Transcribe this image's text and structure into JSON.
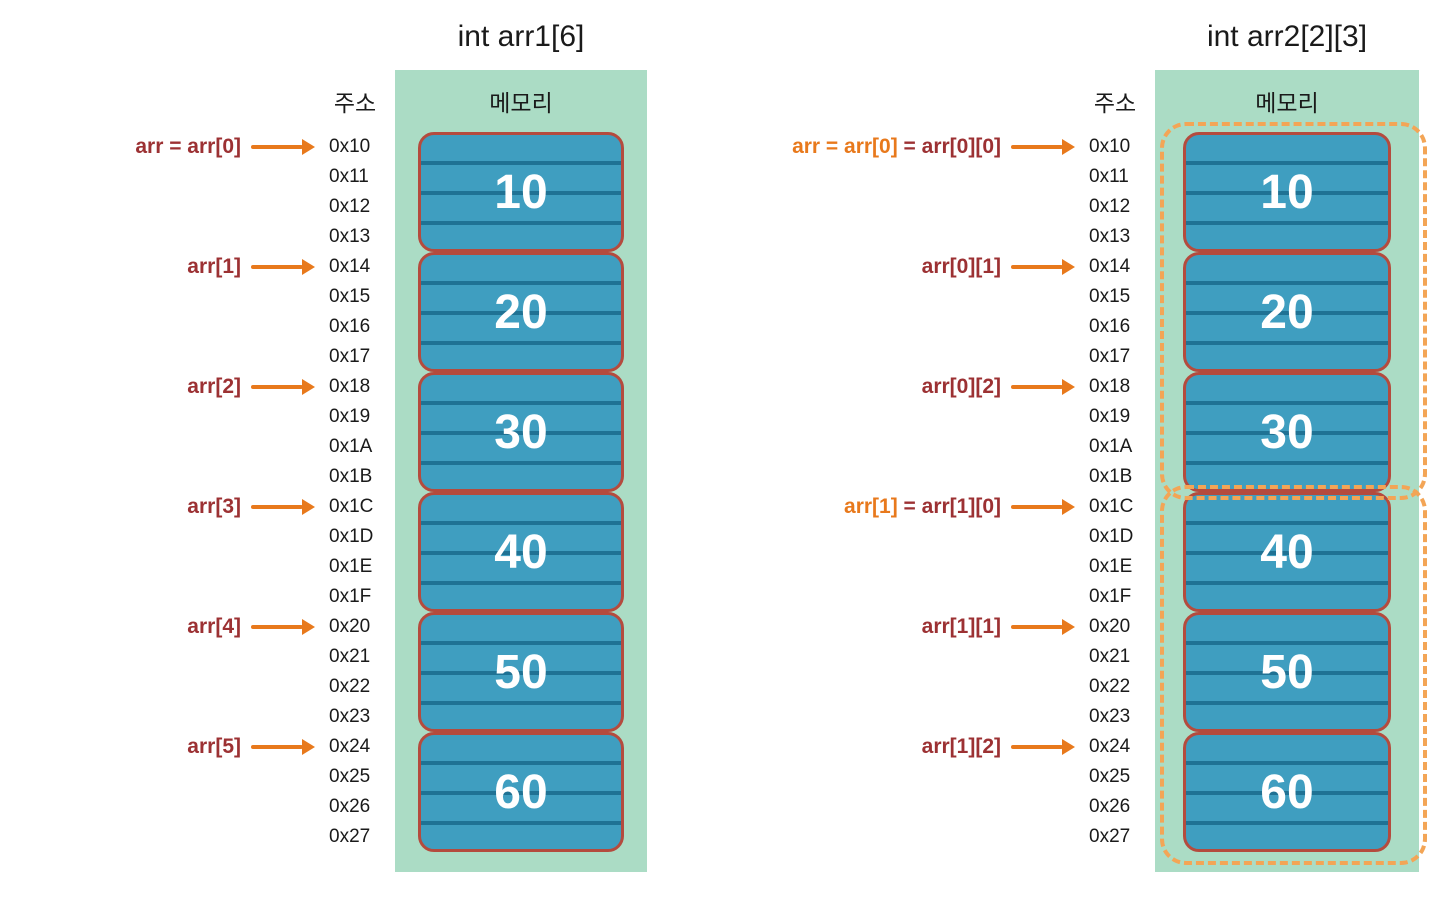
{
  "colors": {
    "accent_orange": "#e8791c",
    "label_maroon": "#9c3133",
    "cell_fill": "#3f9ec0",
    "cell_stripe": "#1f7294",
    "cell_border": "#b44b3e",
    "memory_bg": "#abdcc5",
    "group_dash": "#f3a556",
    "value_text": "#ffffff",
    "text": "#1a1a1a"
  },
  "diagrams": [
    {
      "title": "int arr1[6]",
      "address_header": "주소",
      "memory_header": "메모리",
      "addresses": [
        "0x10",
        "0x11",
        "0x12",
        "0x13",
        "0x14",
        "0x15",
        "0x16",
        "0x17",
        "0x18",
        "0x19",
        "0x1A",
        "0x1B",
        "0x1C",
        "0x1D",
        "0x1E",
        "0x1F",
        "0x20",
        "0x21",
        "0x22",
        "0x23",
        "0x24",
        "0x25",
        "0x26",
        "0x27"
      ],
      "cells": [
        "10",
        "20",
        "30",
        "40",
        "50",
        "60"
      ],
      "labels": [
        {
          "pre": "",
          "main": "arr = arr[0]"
        },
        {
          "pre": "",
          "main": "arr[1]"
        },
        {
          "pre": "",
          "main": "arr[2]"
        },
        {
          "pre": "",
          "main": "arr[3]"
        },
        {
          "pre": "",
          "main": "arr[4]"
        },
        {
          "pre": "",
          "main": "arr[5]"
        }
      ]
    },
    {
      "title": "int arr2[2][3]",
      "address_header": "주소",
      "memory_header": "메모리",
      "addresses": [
        "0x10",
        "0x11",
        "0x12",
        "0x13",
        "0x14",
        "0x15",
        "0x16",
        "0x17",
        "0x18",
        "0x19",
        "0x1A",
        "0x1B",
        "0x1C",
        "0x1D",
        "0x1E",
        "0x1F",
        "0x20",
        "0x21",
        "0x22",
        "0x23",
        "0x24",
        "0x25",
        "0x26",
        "0x27"
      ],
      "cells": [
        "10",
        "20",
        "30",
        "40",
        "50",
        "60"
      ],
      "labels": [
        {
          "pre": "arr = arr[0] ",
          "main": "= arr[0][0]"
        },
        {
          "pre": "",
          "main": "arr[0][1]"
        },
        {
          "pre": "",
          "main": "arr[0][2]"
        },
        {
          "pre": "arr[1] ",
          "main": "= arr[1][0]"
        },
        {
          "pre": "",
          "main": "arr[1][1]"
        },
        {
          "pre": "",
          "main": "arr[1][2]"
        }
      ],
      "groups": [
        "row-0",
        "row-1"
      ]
    }
  ]
}
